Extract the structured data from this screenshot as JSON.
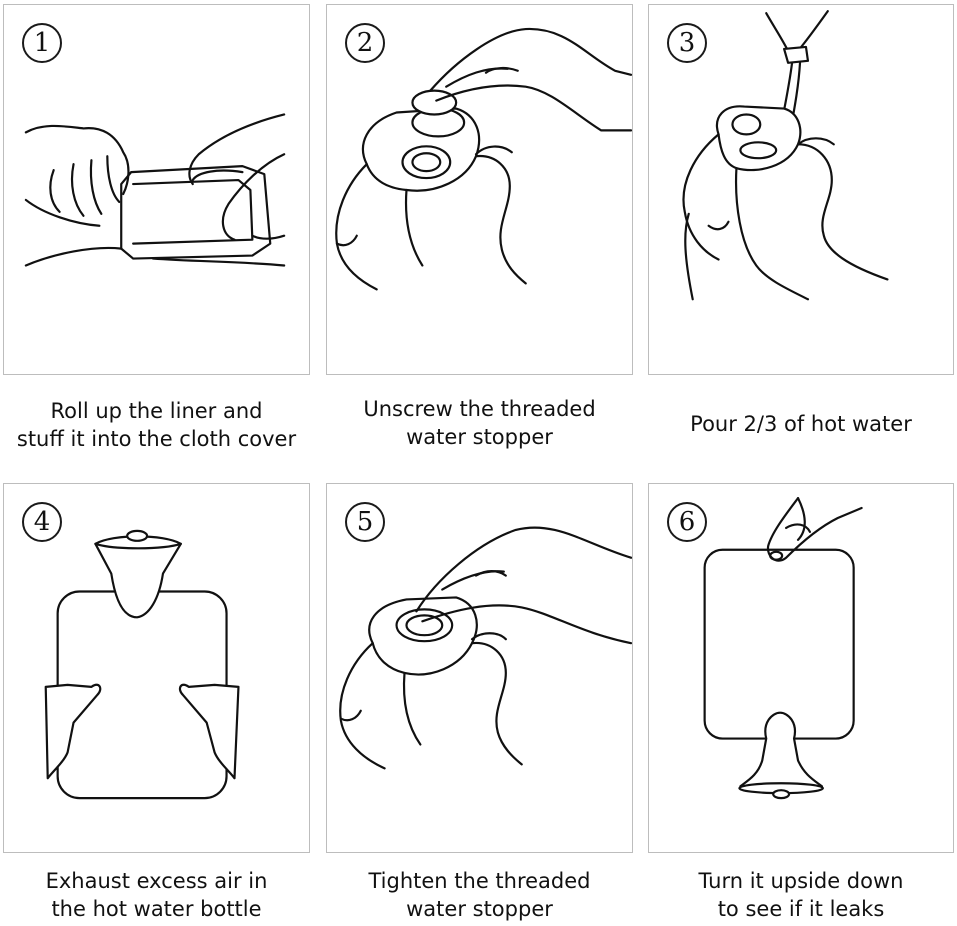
{
  "steps": [
    {
      "number": "1",
      "caption_line1": "Roll up the liner and",
      "caption_line2": "stuff it into the cloth cover"
    },
    {
      "number": "2",
      "caption_line1": "Unscrew the threaded",
      "caption_line2": "water stopper"
    },
    {
      "number": "3",
      "caption_line1": "Pour 2/3 of hot water",
      "caption_line2": ""
    },
    {
      "number": "4",
      "caption_line1": "Exhaust excess air in",
      "caption_line2": "the hot water bottle"
    },
    {
      "number": "5",
      "caption_line1": "Tighten the threaded",
      "caption_line2": "water stopper"
    },
    {
      "number": "6",
      "caption_line1": "Turn it upside down",
      "caption_line2": "to see if it leaks"
    }
  ],
  "colors": {
    "line": "#111111",
    "panel_border": "#bdbdbd",
    "background": "#ffffff"
  }
}
